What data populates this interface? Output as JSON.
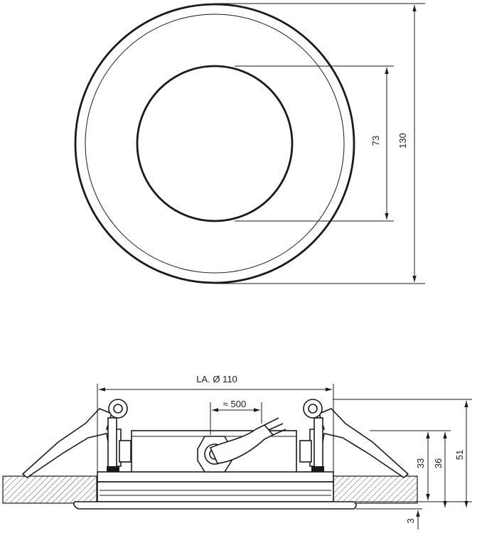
{
  "dimensions": {
    "top_inner": "73",
    "top_outer": "130",
    "cutout": "LA. Ø 110",
    "cable": "≈ 500",
    "h33": "33",
    "h36": "36",
    "h51": "51",
    "h3": "3"
  }
}
